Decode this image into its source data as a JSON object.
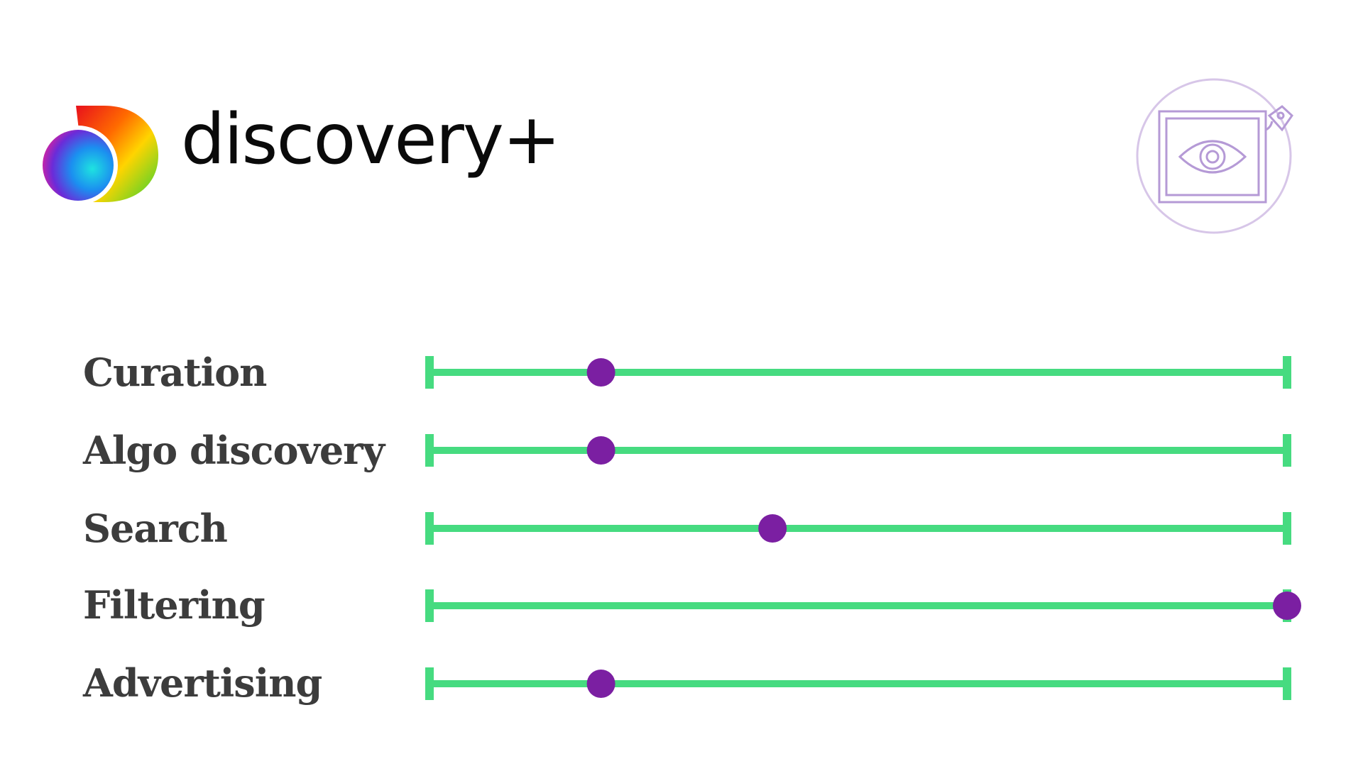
{
  "brand": {
    "name": "discovery+"
  },
  "icons": {
    "logo": "discovery-plus-logo-mark",
    "badge": "framed-eye-price-tag-icon"
  },
  "colors": {
    "track": "#46db80",
    "marker": "#7b1fa2",
    "label": "#3c3c3c"
  },
  "chart_data": {
    "type": "scatter",
    "title": "",
    "xlabel": "",
    "ylabel": "",
    "xlim": [
      0,
      100
    ],
    "categories": [
      "Curation",
      "Algo discovery",
      "Search",
      "Filtering",
      "Advertising"
    ],
    "values": [
      20,
      20,
      40,
      100,
      20
    ]
  }
}
